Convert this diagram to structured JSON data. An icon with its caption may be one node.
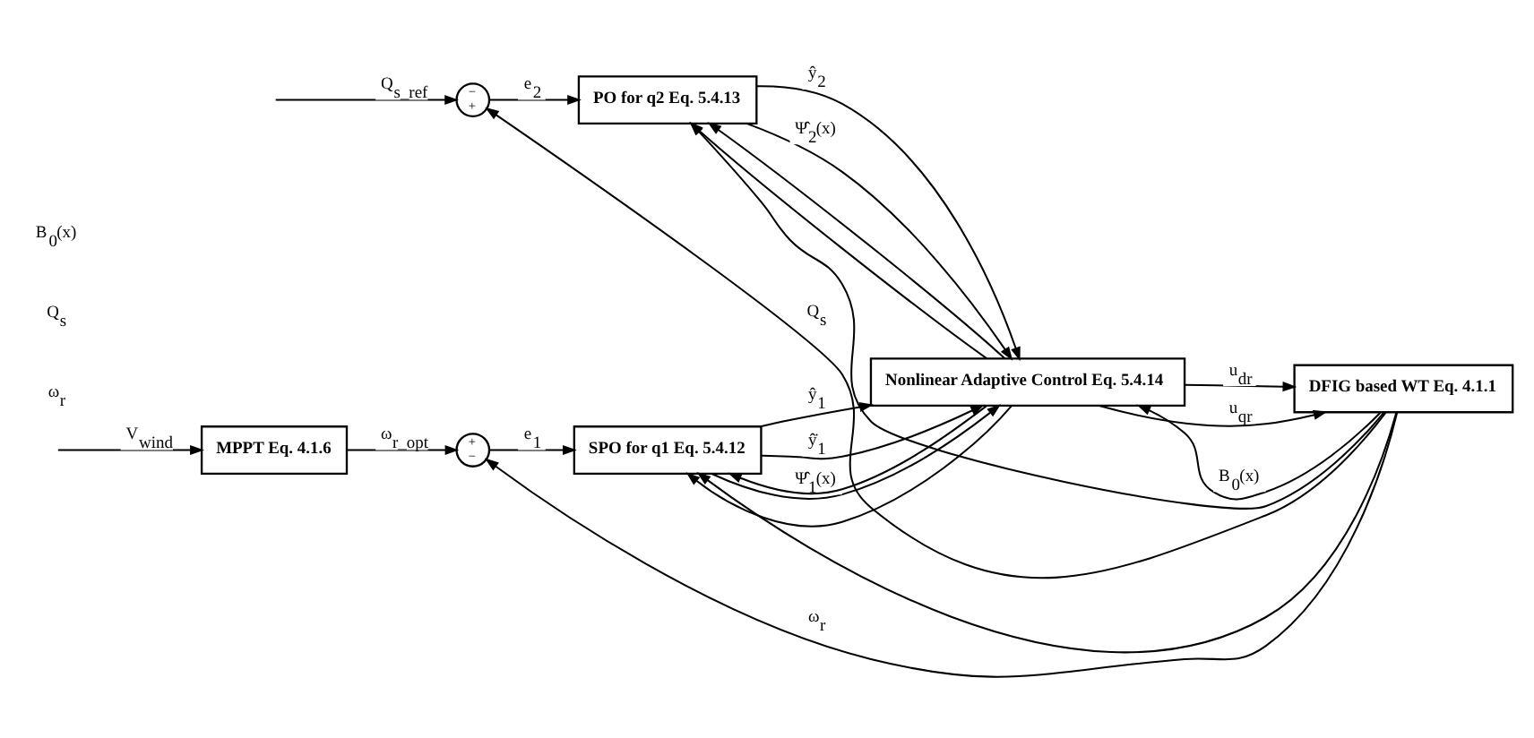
{
  "diagram": {
    "nodes": [
      {
        "text": [
          "MPPT Eq. 4.1.6"
        ]
      },
      {
        "text": [
          "+",
          "−"
        ]
      },
      {
        "text": [
          "SPO for q1 Eq. 5.4.12"
        ]
      },
      {
        "text": [
          "−",
          "+"
        ]
      },
      {
        "text": [
          "PO for q2 Eq. 5.4.13"
        ]
      },
      {
        "text": [
          "Nonlinear Adaptive Control Eq. 5.4.14"
        ]
      },
      {
        "text": [
          "DFIG based WT Eq. 4.1.1"
        ]
      }
    ],
    "edges": [
      {
        "from": null,
        "to": 0,
        "arrow": "to",
        "label": "V$_{wind}$"
      },
      {
        "from": 0,
        "to": 1,
        "arrow": "to",
        "label": "ω$_{r_opt}$"
      },
      {
        "from": 6,
        "to": 1,
        "arrow": "to",
        "label": "ω$_{r}$"
      },
      {
        "from": 1,
        "to": 2,
        "arrow": "to",
        "label": "e$_{1}$"
      },
      {
        "from": null,
        "to": 3,
        "arrow": "to",
        "label": "Q$_{s_ref}$"
      },
      {
        "from": 6,
        "to": 3,
        "arrow": "to",
        "label": "Q$_{s}$"
      },
      {
        "from": 3,
        "to": 4,
        "arrow": "to",
        "label": "e$_{2}$"
      },
      {
        "from": 2,
        "to": 5,
        "arrow": "to",
        "label": "ŷ$_{1}$"
      },
      {
        "from": 2,
        "to": 5,
        "arrow": "to",
        "label": "ŷ̇$_{1}$"
      },
      {
        "from": 2,
        "to": 5,
        "arrow": "to",
        "label": "Ψ̂$_{1}$(x)"
      },
      {
        "from": 4,
        "to": 5,
        "arrow": "to",
        "label": "ŷ$_{2}$"
      },
      {
        "from": 4,
        "to": 5,
        "arrow": "to",
        "label": "Ψ̂$_{2}$(x)"
      },
      {
        "from": 6,
        "to": 2,
        "arrow": "to"
      },
      {
        "from": 6,
        "to": 5,
        "arrow": "to",
        "label": "B$_{0}$(x)"
      },
      {
        "from": 6,
        "to": 4,
        "arrow": "to"
      },
      {
        "from": 5,
        "to": 6,
        "arrow": "to",
        "label": "u$_{dr}$"
      },
      {
        "from": 5,
        "to": 6,
        "arrow": "to",
        "label": "u$_{qr}$"
      },
      {
        "from": 5,
        "to": 2,
        "arrow": "to"
      },
      {
        "from": 5,
        "to": 2,
        "arrow": "to"
      },
      {
        "from": 5,
        "to": 4,
        "arrow": "to"
      },
      {
        "from": 5,
        "to": 4,
        "arrow": "to"
      }
    ],
    "labels": [
      "ω$_{r}$",
      "Q$_{s}$",
      "B$_{0}$(x)"
    ]
  }
}
